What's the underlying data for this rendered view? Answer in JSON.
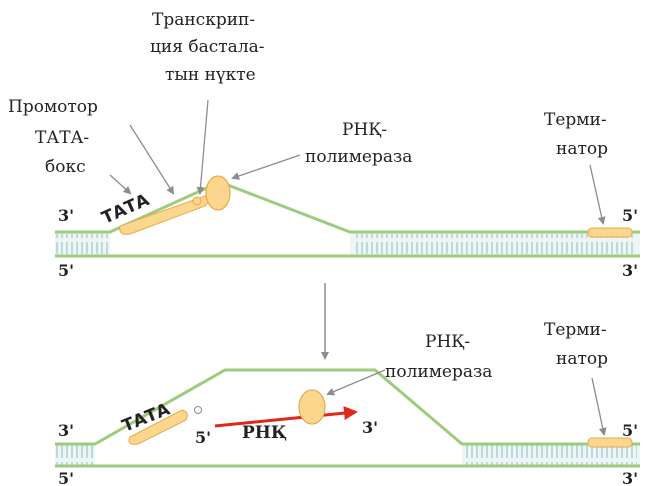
{
  "colors": {
    "strand_green": "#9ccc7c",
    "duplex_fill": "#eef6f4",
    "base_tick": "#9cc3cf",
    "protein_fill": "#fbd78d",
    "protein_stroke": "#e7a94a",
    "rna_red": "#e0271c",
    "pointer_gray": "#8c8c8c"
  },
  "panel_top": {
    "label_transcription_start_1": "Транскрип-",
    "label_transcription_start_2": "ция бастала-",
    "label_transcription_start_3": "тын нүкте",
    "label_promoter": "Промотор",
    "label_tata_box_1": "ТАТА-",
    "label_tata_box_2": "бокс",
    "tata_sequence": "ТАТА",
    "label_rna_polymerase_1": "РНҚ-",
    "label_rna_polymerase_2": "полимераза",
    "label_terminator_1": "Терми-",
    "label_terminator_2": "натор",
    "end_left_top": "3'",
    "end_left_bottom": "5'",
    "end_right_top": "5'",
    "end_right_bottom": "3'"
  },
  "panel_bottom": {
    "tata_sequence": "ТАТА",
    "label_rna_polymerase_1": "РНҚ-",
    "label_rna_polymerase_2": "полимераза",
    "label_terminator_1": "Терми-",
    "label_terminator_2": "натор",
    "rna_label": "РНҚ",
    "rna_5_end": "5'",
    "rna_3_end": "3'",
    "end_left_top": "3'",
    "end_left_bottom": "5'",
    "end_right_top": "5'",
    "end_right_bottom": "3'"
  }
}
